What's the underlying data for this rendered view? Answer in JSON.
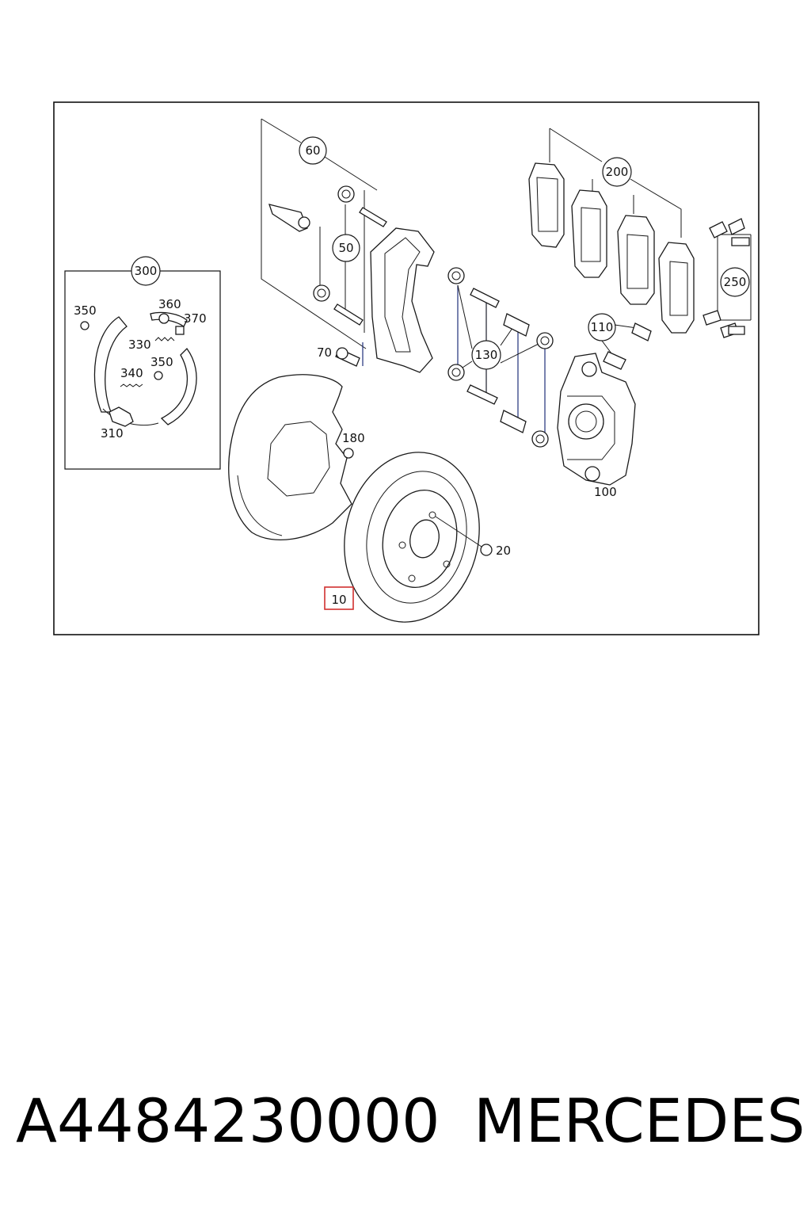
{
  "callouts": {
    "c10": "10",
    "c20": "20",
    "c50": "50",
    "c60": "60",
    "c70": "70",
    "c100": "100",
    "c110": "110",
    "c130": "130",
    "c180": "180",
    "c200": "200",
    "c250": "250",
    "c300": "300",
    "c310": "310",
    "c330": "330",
    "c340": "340",
    "c350a": "350",
    "c350b": "350",
    "c360": "360",
    "c370": "370"
  },
  "highlight_color": "#d0302f",
  "line_color": "#1f2f7a",
  "footer": {
    "part_number": "A4484230000",
    "brand": "MERCEDES"
  }
}
